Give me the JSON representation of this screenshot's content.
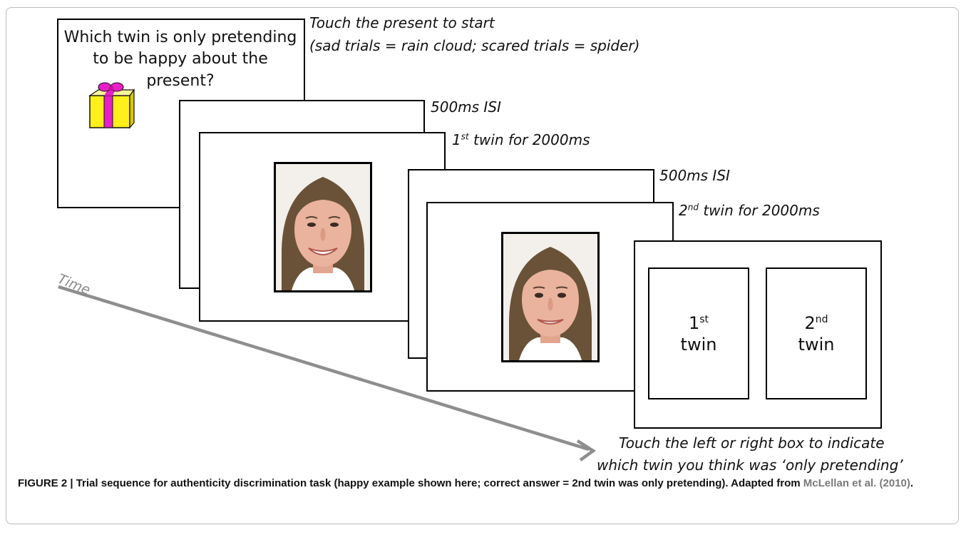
{
  "figure": {
    "question": "Which twin is only pretending to be happy about the present?",
    "steps": {
      "start": "Touch the present to start",
      "start_note": "(sad trials = rain cloud; scared trials = spider)",
      "isi_1": "500ms ISI",
      "twin1_ord": "1",
      "twin1_sup": "st",
      "twin1_rest": " twin for 2000ms",
      "isi_2": "500ms ISI",
      "twin2_ord": "2",
      "twin2_sup": "nd",
      "twin2_rest": " twin for 2000ms",
      "response_line1": "Touch the left or right box to indicate",
      "response_line2": "which twin you think was ‘only pretending’"
    },
    "choices": [
      {
        "num": "1",
        "sup": "st",
        "word": "twin"
      },
      {
        "num": "2",
        "sup": "nd",
        "word": "twin"
      }
    ],
    "time_label": "Time",
    "colors": {
      "gift_box": "#ffef1a",
      "gift_ribbon": "#e81fc6",
      "time_arrow": "#8e8e8e"
    }
  },
  "caption": {
    "text": "FIGURE 2 | Trial sequence for authenticity discrimination task (happy example shown here; correct answer = 2nd twin was only pretending). Adapted from ",
    "ref": "McLellan et al. (2010)",
    "end": "."
  }
}
